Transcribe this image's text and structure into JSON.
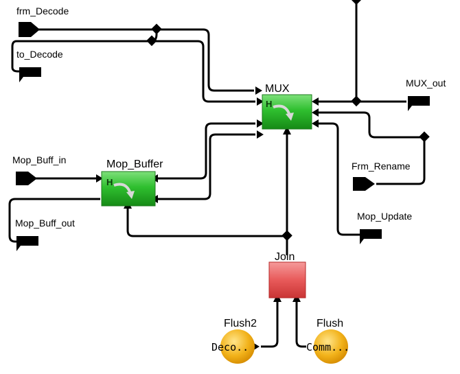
{
  "diagram": {
    "ports": {
      "frm_decode": "frm_Decode",
      "to_decode": "to_Decode",
      "mop_buff_in": "Mop_Buff_in",
      "mop_buff_out": "Mop_Buff_out",
      "mux_out": "MUX_out",
      "frm_rename": "Frm_Rename",
      "mop_update": "Mop_Update"
    },
    "blocks": {
      "mux": {
        "title": "MUX",
        "glyph": "H"
      },
      "mop_buffer": {
        "title": "Mop_Buffer",
        "glyph": "H"
      },
      "join": {
        "title": "Join"
      }
    },
    "sources": {
      "flush2": {
        "title": "Flush2",
        "label": "Deco.."
      },
      "flush": {
        "title": "Flush",
        "label": "Comm..."
      }
    },
    "colors": {
      "block_green": "#2fbf2f",
      "join_red": "#e85a5a",
      "source_orange": "#f2b21a",
      "wire": "#000000"
    }
  }
}
